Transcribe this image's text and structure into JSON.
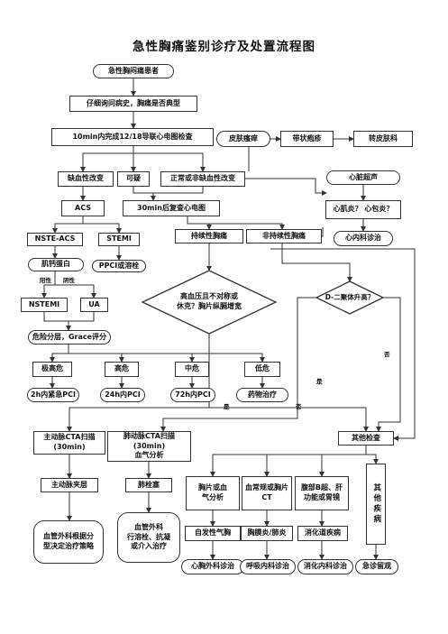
{
  "title": "急性胸痛鉴别诊疗及处置流程图",
  "nodes": {
    "patient": "急性胸闷痛患者",
    "history": "仔细询问病史，胸痛是否典型",
    "ecg": "10min内完成12/18导联心电图检查",
    "ischemic": "缺血性改变",
    "suspicious": "可疑",
    "normal_ecg": "正常或非缺血性改变",
    "skin": "皮肤瘙痒",
    "herpes": "带状疱疹",
    "dermatology": "转皮肤科",
    "acs": "ACS",
    "recheck_ecg": "30min后复查心电图",
    "echo": "心脏超声",
    "myocarditis": "心肌炎？ 心包炎？",
    "cardiology": "心内科诊治",
    "nste_acs": "NSTE-ACS",
    "stemi": "STEMI",
    "persistent_pain": "持续性胸痛",
    "nonpersistent_pain": "非持续性胸痛",
    "troponin": "肌钙蛋白",
    "ppci": "PPCI或溶栓",
    "hypertension": "高血压且不对称或\n休克？胸片纵膈增宽",
    "d_dimer": "D-二聚体升高？",
    "nstemi": "NSTEMI",
    "ua": "UA",
    "risk": "危险分层，Grace评分",
    "very_high": "极高危",
    "high": "高危",
    "mid": "中危",
    "low": "低危",
    "pci_2h": "2h内紧急PCI",
    "pci_24h": "24h内PCI",
    "pci_72h": "72h内PCI",
    "drug": "药物治疗",
    "aortic_cta": "主动脉CTA扫描\n(30min)",
    "pulm_cta": "肺动脉CTA扫描(30min)\n血气分析",
    "other_exam": "其他检查",
    "dissection": "主动脉夹层",
    "pe": "肺栓塞",
    "xray_gas": "胸片或血\n气分析",
    "chest_ct": "血常规或胸片\nCT",
    "abdomen": "腹部B超、肝\n功能或胃镜",
    "other_disease": "其他疾病",
    "vascular_surg": "血管外科根据分\n型决定治疗策略",
    "vascular_thromb": "血管外科\n行溶栓、抗凝\n或介入治疗",
    "pneumothorax": "自发性气胸",
    "pleuritis": "胸膜炎/肺炎",
    "digestive": "消化道疾病",
    "thoracic": "心胸外科诊治",
    "respiratory": "呼吸内科诊治",
    "gastro": "消化内科诊治",
    "er": "急诊留观"
  },
  "labels": {
    "positive": "阳性",
    "negative": "阴性",
    "yes_a": "是",
    "no_a": "否",
    "yes_b": "是",
    "no_b": "否"
  }
}
